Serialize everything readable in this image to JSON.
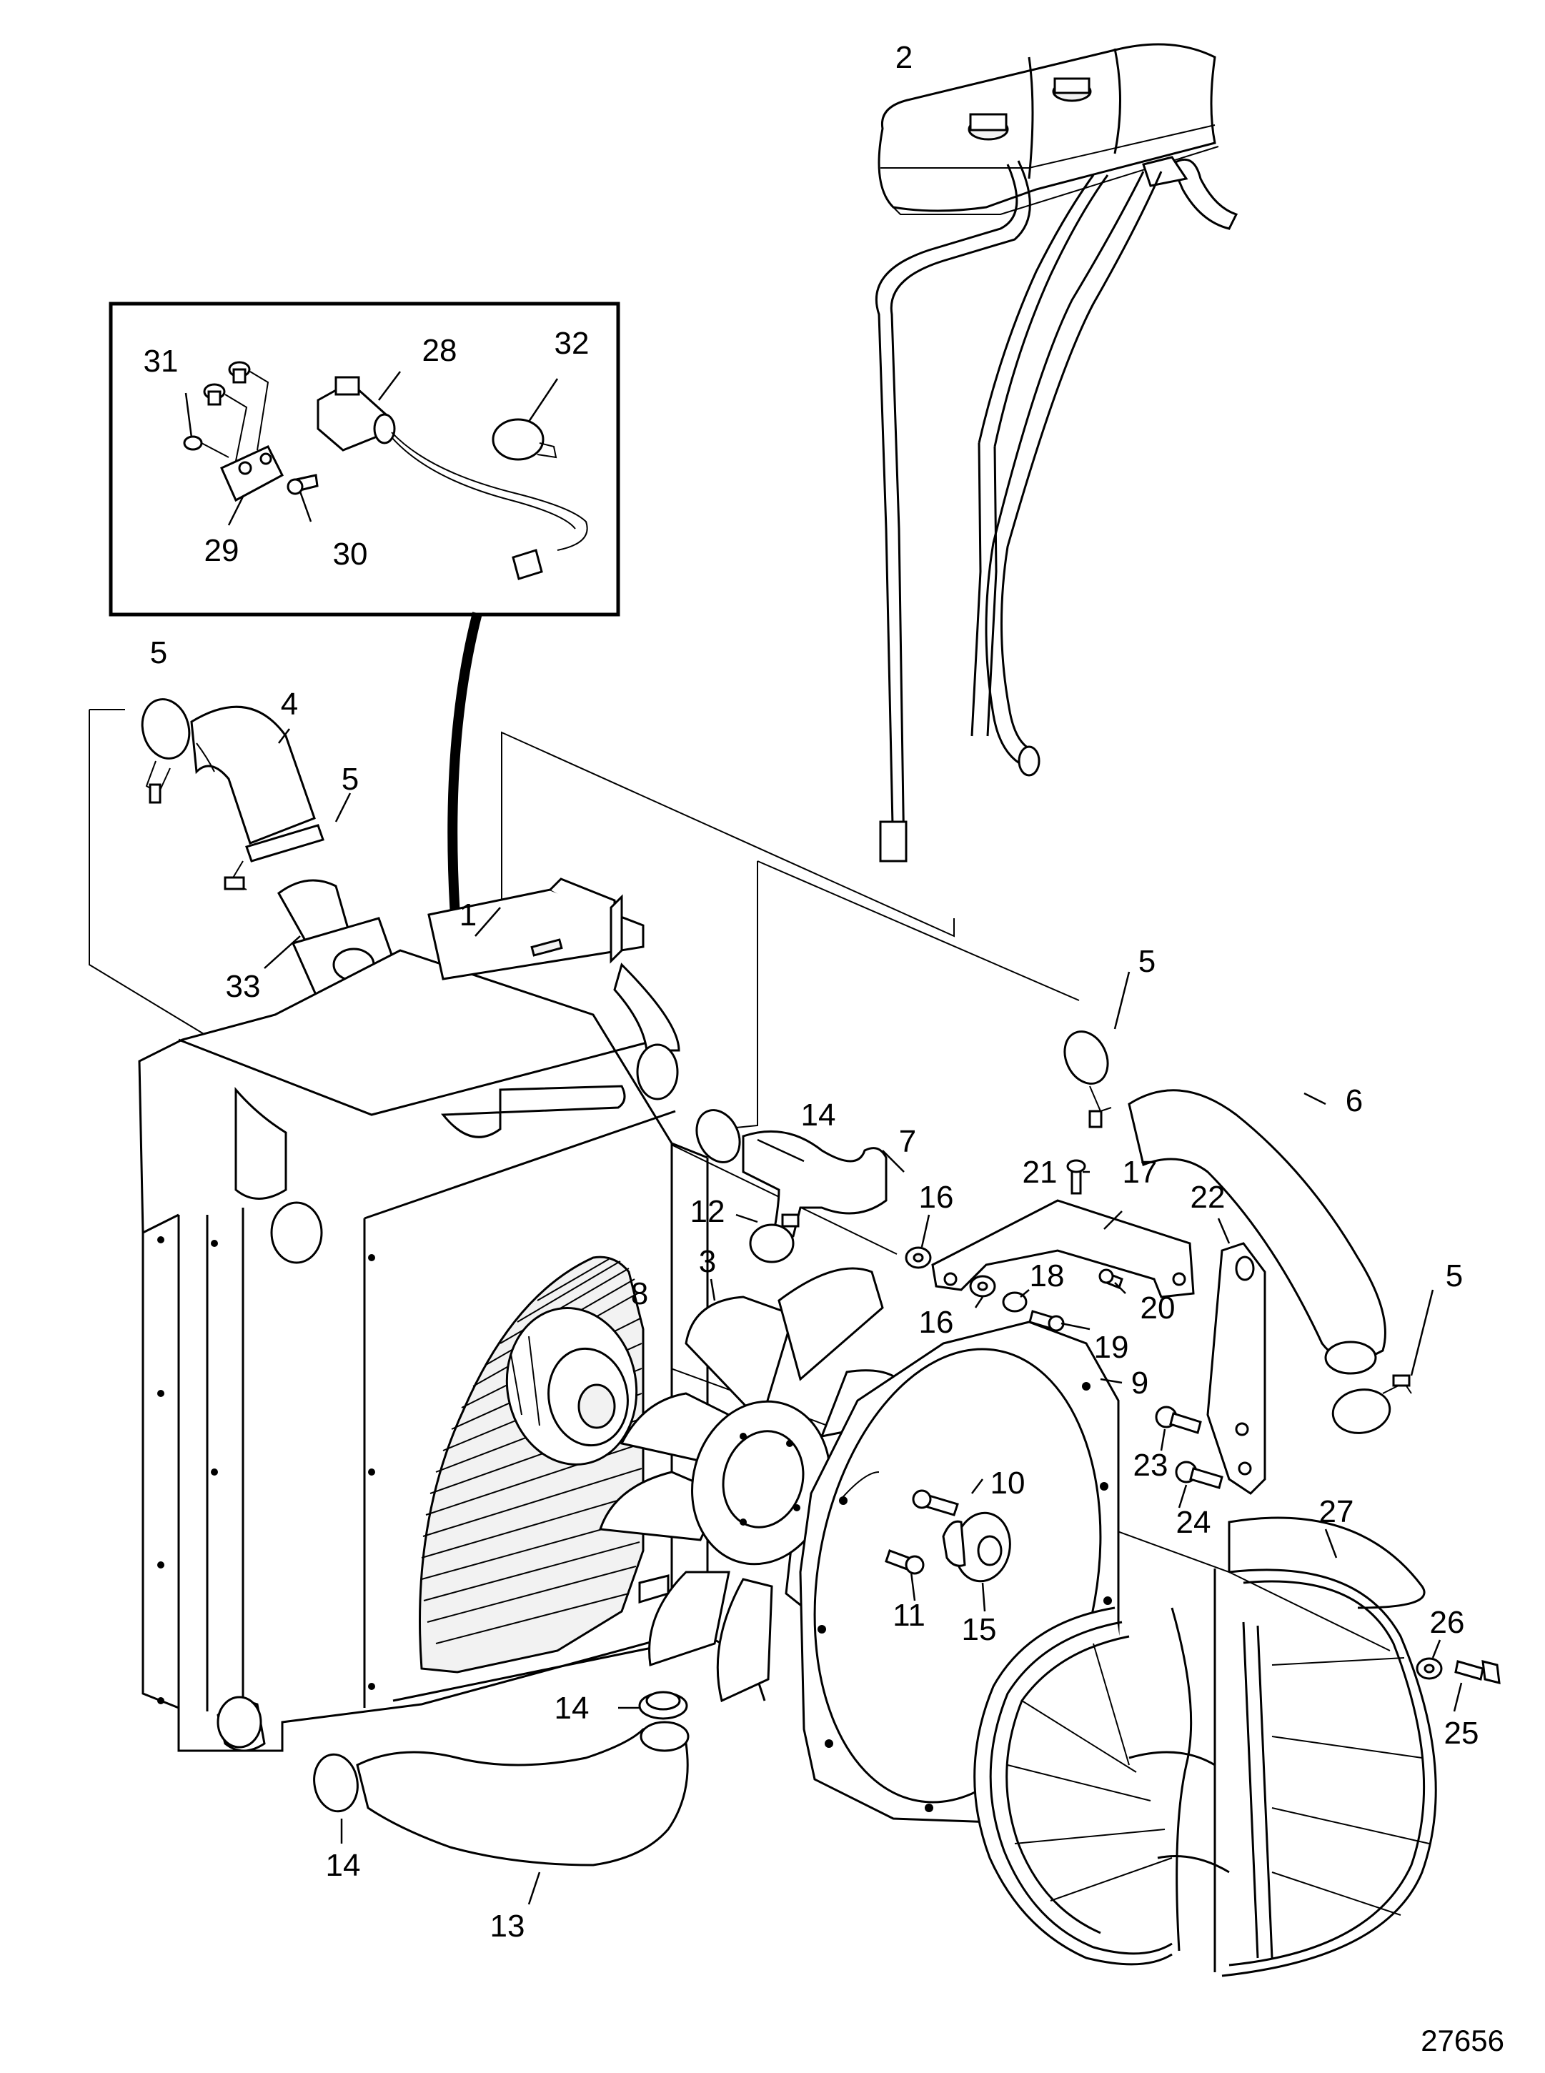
{
  "diagram": {
    "reference_number": "27656",
    "part_labels": [
      {
        "id": "p1",
        "text": "1"
      },
      {
        "id": "p2",
        "text": "2"
      },
      {
        "id": "p3",
        "text": "3"
      },
      {
        "id": "p4",
        "text": "4"
      },
      {
        "id": "p5a",
        "text": "5"
      },
      {
        "id": "p5b",
        "text": "5"
      },
      {
        "id": "p5c",
        "text": "5"
      },
      {
        "id": "p5d",
        "text": "5"
      },
      {
        "id": "p6",
        "text": "6"
      },
      {
        "id": "p7",
        "text": "7"
      },
      {
        "id": "p8",
        "text": "8"
      },
      {
        "id": "p9",
        "text": "9"
      },
      {
        "id": "p10",
        "text": "10"
      },
      {
        "id": "p11",
        "text": "11"
      },
      {
        "id": "p12",
        "text": "12"
      },
      {
        "id": "p13",
        "text": "13"
      },
      {
        "id": "p14a",
        "text": "14"
      },
      {
        "id": "p14b",
        "text": "14"
      },
      {
        "id": "p14c",
        "text": "14"
      },
      {
        "id": "p15",
        "text": "15"
      },
      {
        "id": "p16a",
        "text": "16"
      },
      {
        "id": "p16b",
        "text": "16"
      },
      {
        "id": "p17",
        "text": "17"
      },
      {
        "id": "p18",
        "text": "18"
      },
      {
        "id": "p19",
        "text": "19"
      },
      {
        "id": "p20",
        "text": "20"
      },
      {
        "id": "p21",
        "text": "21"
      },
      {
        "id": "p22",
        "text": "22"
      },
      {
        "id": "p23",
        "text": "23"
      },
      {
        "id": "p24",
        "text": "24"
      },
      {
        "id": "p25",
        "text": "25"
      },
      {
        "id": "p26",
        "text": "26"
      },
      {
        "id": "p27",
        "text": "27"
      },
      {
        "id": "p28",
        "text": "28"
      },
      {
        "id": "p29",
        "text": "29"
      },
      {
        "id": "p30",
        "text": "30"
      },
      {
        "id": "p31",
        "text": "31"
      },
      {
        "id": "p32",
        "text": "32"
      },
      {
        "id": "p33",
        "text": "33"
      }
    ]
  }
}
